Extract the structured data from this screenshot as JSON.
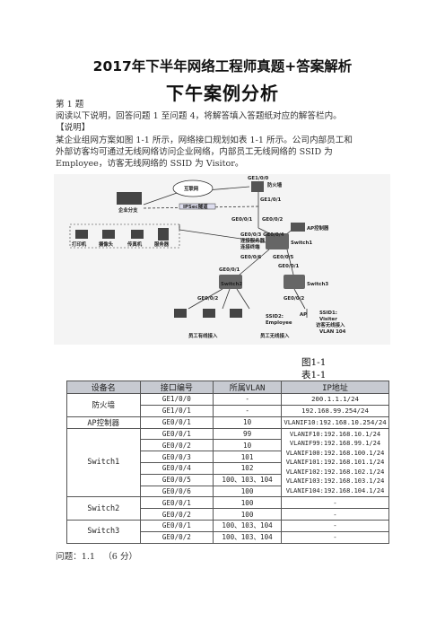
{
  "header": {
    "title": "2017年下半年网络工程师真题+答案解析",
    "subtitle": "下午案例分析"
  },
  "intro": {
    "question_no": "第 1 题",
    "instruction": "阅读以下说明，回答问题 1 至问题 4，将解答填入答题纸对应的解答栏内。",
    "section": "【说明】",
    "desc_line1": "某企业组网方案如图 1-1 所示，网络接口规划如表 1-1 所示。公司内部员工和",
    "desc_line2": "外部访客均可通过无线网络访问企业网络，内部员工无线网络的 SSID 为",
    "desc_line3": "Employee，访客无线网络的 SSID 为 Visitor。"
  },
  "diagram": {
    "internet": "互联网",
    "ge1_0_0": "GE1/0/0",
    "firewall": "防火墙",
    "ge1_0_1": "GE1/0/1",
    "branch": "企业分支",
    "ipsec": "IPSec隧道",
    "ge0_0_1_sw1": "GE0/0/1",
    "ge0_0_2_sw1": "GE0/0/2",
    "server_link": "连接服务器",
    "terminal_link": "连接终端",
    "ge0_0_3_4": "GE0/0/3 GE0/0/4",
    "switch1": "Switch1",
    "ap_controller": "AP控制器",
    "ge0_0_5": "GE0/0/5",
    "ge0_0_6": "GE0/0/6",
    "printer": "打印机",
    "camera": "摄像头",
    "fax": "传真机",
    "server": "服务器",
    "sw2_ge0_0_1": "GE0/0/1",
    "switch2": "Switch2",
    "sw2_ge0_0_2": "GE0/0/2",
    "sw3_ge0_0_1": "GE0/0/1",
    "switch3": "Switch3",
    "sw3_ge0_0_2": "GE0/0/2",
    "ap": "AP",
    "ssid2": "SSID2:",
    "employee": "Employee",
    "ssid1": "SSID1:",
    "visiter": "Visiter",
    "visitor_access": "访客无线接入",
    "vlan104": "VLAN 104",
    "wired_access": "员工有线接入",
    "wireless_access": "员工无线接入"
  },
  "figure_caption": "图1-1",
  "table_caption": "表1-1",
  "table": {
    "headers": [
      "设备名",
      "接口编号",
      "所属VLAN",
      "IP地址"
    ],
    "firewall": {
      "device": "防火墙",
      "rows": [
        {
          "port": "GE1/0/0",
          "vlan": "-",
          "ip": "200.1.1.1/24"
        },
        {
          "port": "GE1/0/1",
          "vlan": "-",
          "ip": "192.168.99.254/24"
        }
      ]
    },
    "ap": {
      "device": "AP控制器",
      "row": {
        "port": "GE0/0/1",
        "vlan": "10",
        "ip": "VLANIF10:192.168.10.254/24"
      }
    },
    "switch1": {
      "device": "Switch1",
      "rows": [
        {
          "port": "GE0/0/1",
          "vlan": "99"
        },
        {
          "port": "GE0/0/2",
          "vlan": "10"
        },
        {
          "port": "GE0/0/3",
          "vlan": "101"
        },
        {
          "port": "GE0/0/4",
          "vlan": "102"
        },
        {
          "port": "GE0/0/5",
          "vlan": "100、103、104"
        },
        {
          "port": "GE0/0/6",
          "vlan": "100"
        }
      ],
      "ips": [
        "VLANIF10:192.168.10.1/24",
        "VLANIF99:192.168.99.1/24",
        "VLANIF100:192.168.100.1/24",
        "VLANIF101:192.168.101.1/24",
        "VLANIF102:192.168.102.1/24",
        "VLANIF103:192.168.103.1/24",
        "VLANIF104:192.168.104.1/24"
      ]
    },
    "switch2": {
      "device": "Switch2",
      "rows": [
        {
          "port": "GE0/0/1",
          "vlan": "100",
          "ip": "-"
        },
        {
          "port": "GE0/0/2",
          "vlan": "100",
          "ip": "-"
        }
      ]
    },
    "switch3": {
      "device": "Switch3",
      "rows": [
        {
          "port": "GE0/0/1",
          "vlan": "100、103、104",
          "ip": "-"
        },
        {
          "port": "GE0/0/2",
          "vlan": "100、103、104",
          "ip": "-"
        }
      ]
    }
  },
  "footer": {
    "question": "问题：1.1",
    "score": "（6 分）"
  }
}
